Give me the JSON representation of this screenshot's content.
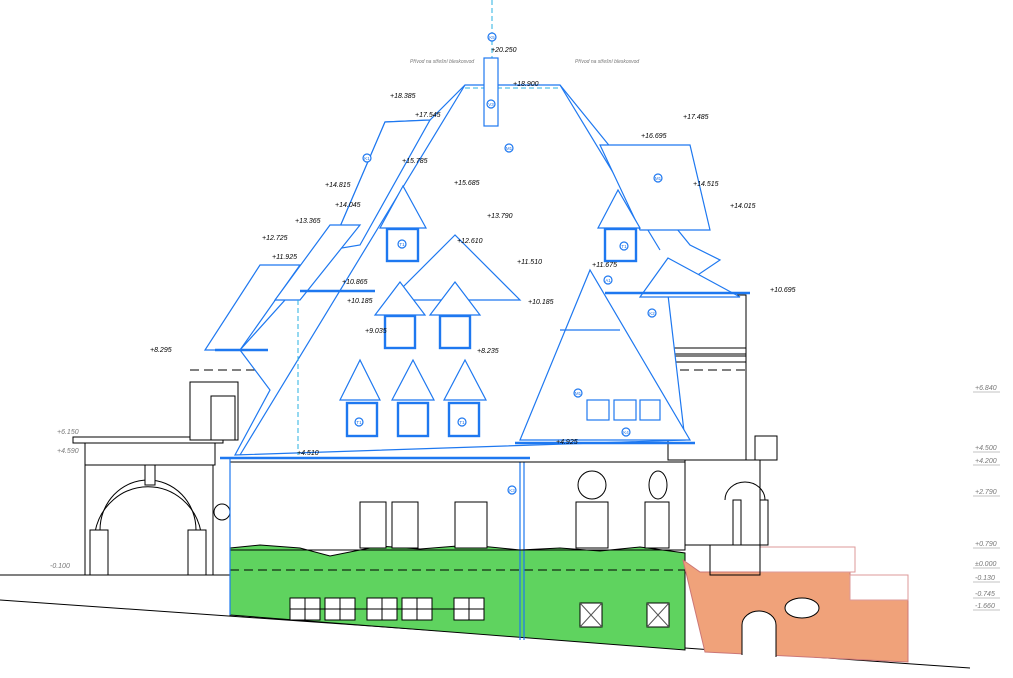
{
  "drawing": {
    "title": "Building elevation",
    "colors": {
      "roof": "#1e78f0",
      "plinth": "#5fd35f",
      "brick": "#f0a27a",
      "outline": "#000000"
    },
    "notes": [
      "Přívod na střešní bleskosvod",
      "Přívod na střešní bleskosvod"
    ],
    "levels_left": [
      "+20.250",
      "+18.900",
      "+18.385",
      "+17.545",
      "+17.485",
      "+16.695",
      "+15.785",
      "+15.685",
      "+14.815",
      "+14.515",
      "+14.015",
      "+14.045",
      "+13.790",
      "+13.365",
      "+12.725",
      "+12.610",
      "+11.925",
      "+11.510",
      "+11.675",
      "+10.865",
      "+10.695",
      "+10.185",
      "+10.185",
      "+9.035",
      "+8.235",
      "+8.295",
      "+6.150",
      "+4.590",
      "+4.925",
      "+4.510",
      "-0.100"
    ],
    "levels_right": [
      "+6.840",
      "+4.500",
      "+4.200",
      "+2.790",
      "+0.790",
      "±0.000",
      "-0.130",
      "-0.745",
      "-1.660"
    ],
    "tags": {
      "m1": "M1",
      "t1": "T1",
      "k1": "K1",
      "k2": "K2",
      "k3": "K3",
      "k4": "K4",
      "k5": "K5",
      "v3": "V3",
      "a1": "A1"
    }
  }
}
